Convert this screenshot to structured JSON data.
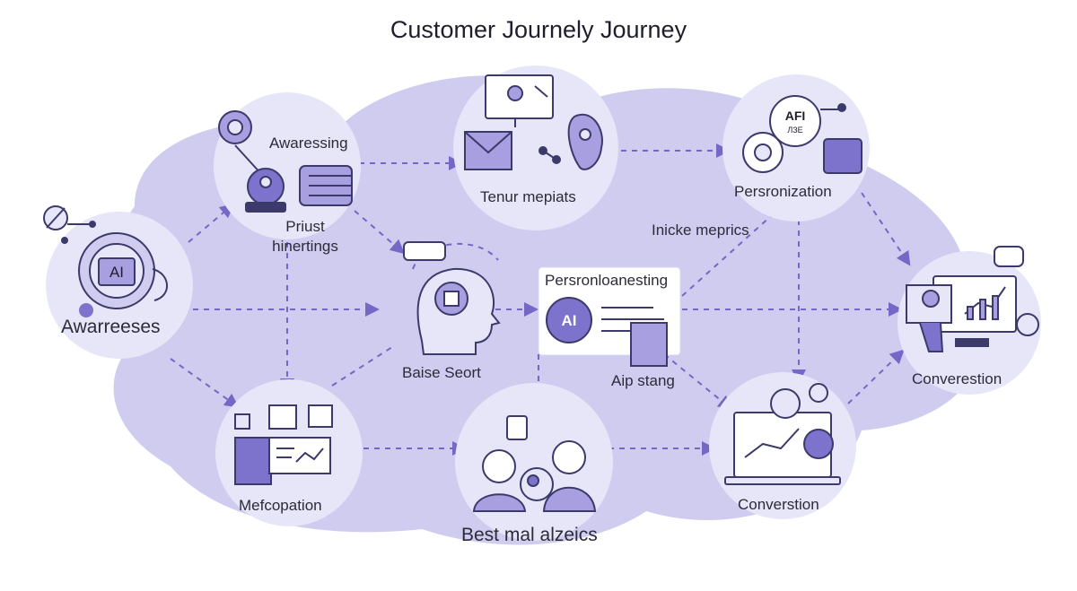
{
  "title": "Customer Journely Journey",
  "nodes": {
    "awareness_left": "Awarreeses",
    "awareness_top": "Awaressing",
    "priust_line1": "Priust",
    "priust_line2": "hinertings",
    "tenur": "Tenur mepiats",
    "personalization_top": "Persronization",
    "inicke": "Inicke meprics",
    "personlo": "Persronloanesting",
    "baise": "Baise Seort",
    "aip": "Aip stang",
    "conversion_right": "Converestion",
    "mefcopation": "Mefcopation",
    "best": "Best mal alzeics",
    "conversion_bottom": "Converstion"
  },
  "icon_text": {
    "ai_left": "AI",
    "ai_center": "AI",
    "afi_top": "AFI",
    "afi_sub": "ЛЗЕ"
  },
  "colors": {
    "blob": "#cfccef",
    "circle": "#e7e6f8",
    "accent": "#7d72cc",
    "dark": "#3b3a6a",
    "fill": "#a79fe0",
    "dash": "#7567c6"
  }
}
